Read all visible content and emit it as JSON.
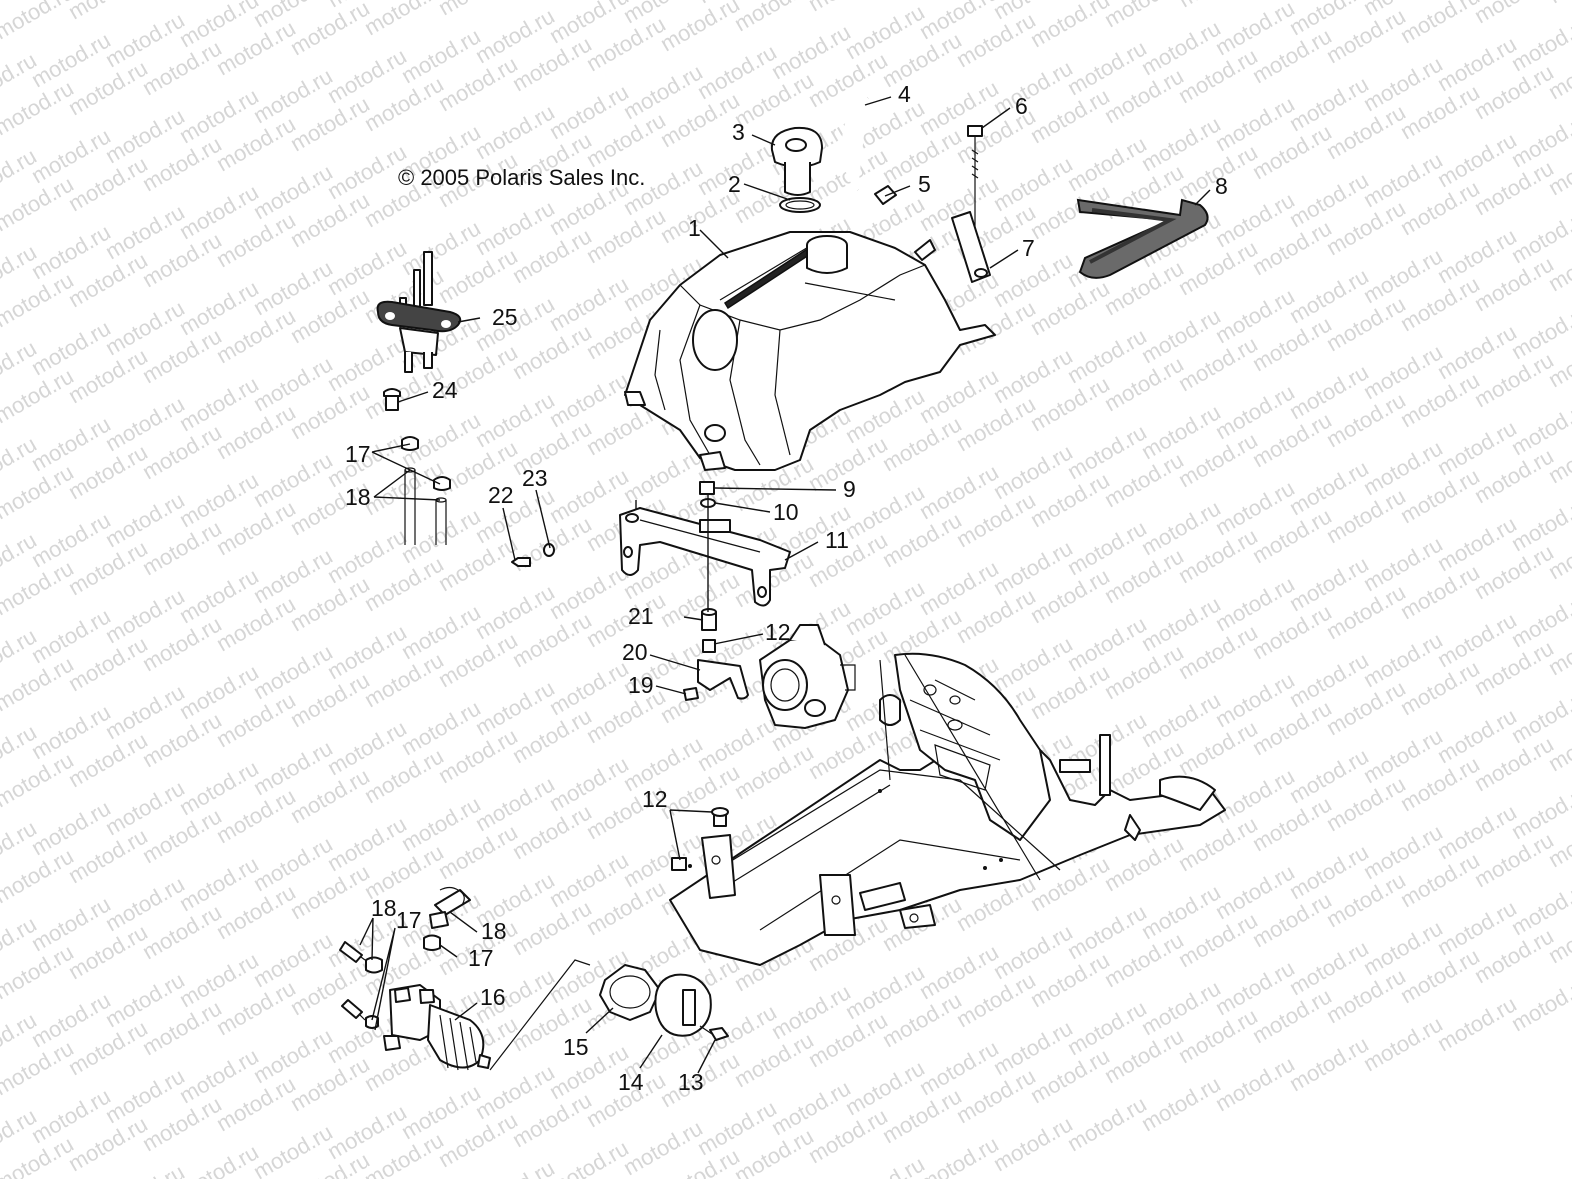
{
  "copyright": "© 2005 Polaris Sales Inc.",
  "watermark": "motod.ru",
  "callouts": {
    "c1": "1",
    "c2": "2",
    "c3": "3",
    "c4": "4",
    "c5": "5",
    "c6": "6",
    "c7": "7",
    "c8": "8",
    "c9": "9",
    "c10": "10",
    "c11": "11",
    "c12a": "12",
    "c12b": "12",
    "c13": "13",
    "c14": "14",
    "c15": "15",
    "c16": "16",
    "c17a": "17",
    "c17b": "17",
    "c17c": "17",
    "c18a": "18",
    "c18b": "18",
    "c18c": "18",
    "c19": "19",
    "c20": "20",
    "c21": "21",
    "c22": "22",
    "c23": "23",
    "c24": "24",
    "c25": "25"
  }
}
